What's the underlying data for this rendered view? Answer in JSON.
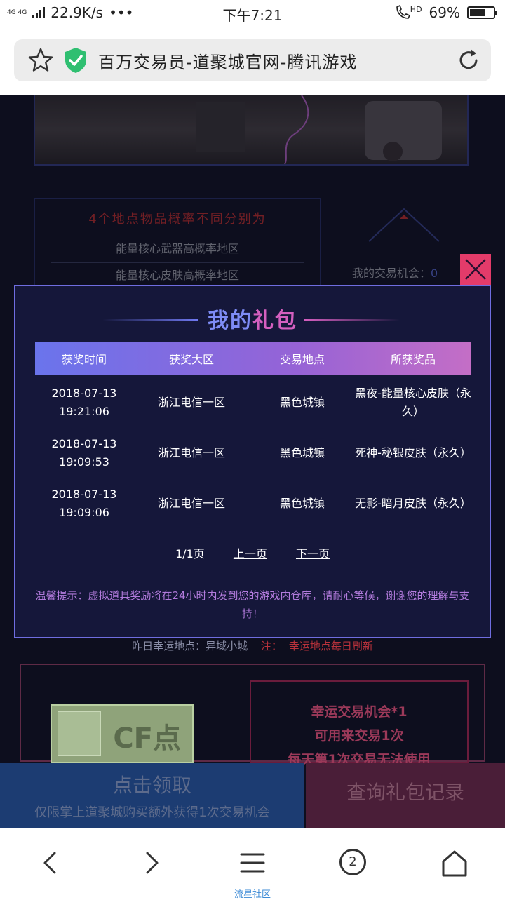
{
  "status_bar": {
    "network": "4G 4G",
    "speed": "22.9K/s",
    "dots": "•••",
    "time": "下午7:21",
    "hd": "HD",
    "battery": "69%",
    "battery_level": 0.69
  },
  "browser": {
    "title": "百万交易员-道聚城官网-腾讯游戏"
  },
  "background": {
    "info_heading": "4个地点物品概率不同分别为",
    "info_rows": [
      "能量核心武器高概率地区",
      "能量核心皮肤高概率地区"
    ],
    "chances_label": "我的交易机会：",
    "chances_value": "0",
    "yesterday_label": "昨日幸运地点：",
    "yesterday_value": "异域小城",
    "note_label": "注：",
    "note_value": "幸运地点每日刷新",
    "cf_card": "CF点",
    "red_card_lines": [
      "幸运交易机会*1",
      "可用来交易1次",
      "每天第1次交易无法使用"
    ],
    "claim_button": "点击领取",
    "claim_sub": "仅限掌上道聚城购买额外获得1次交易机会",
    "records_button": "查询礼包记录"
  },
  "modal": {
    "title_part1": "我的",
    "title_part2": "礼包",
    "columns": [
      "获奖时间",
      "获奖大区",
      "交易地点",
      "所获奖品"
    ],
    "rows": [
      {
        "time": "2018-07-13 19:21:06",
        "region": "浙江电信一区",
        "place": "黑色城镇",
        "prize": "黑夜-能量核心皮肤（永久）"
      },
      {
        "time": "2018-07-13 19:09:53",
        "region": "浙江电信一区",
        "place": "黑色城镇",
        "prize": "死神-秘银皮肤（永久）"
      },
      {
        "time": "2018-07-13 19:09:06",
        "region": "浙江电信一区",
        "place": "黑色城镇",
        "prize": "无影-暗月皮肤（永久）"
      }
    ],
    "page_indicator": "1/1页",
    "prev_page": "上一页",
    "next_page": "下一页",
    "tip": "温馨提示：虚拟道具奖励将在24小时内发到您的游戏内仓库，请耐心等候，谢谢您的理解与支持！"
  },
  "bottom_nav": {
    "tab_count": "2",
    "label": "流星社区"
  },
  "colors": {
    "page_bg": "#151731",
    "modal_border": "#6f6de0",
    "close_button": "#e33b6a",
    "accent_link": "#3d8bd6"
  }
}
